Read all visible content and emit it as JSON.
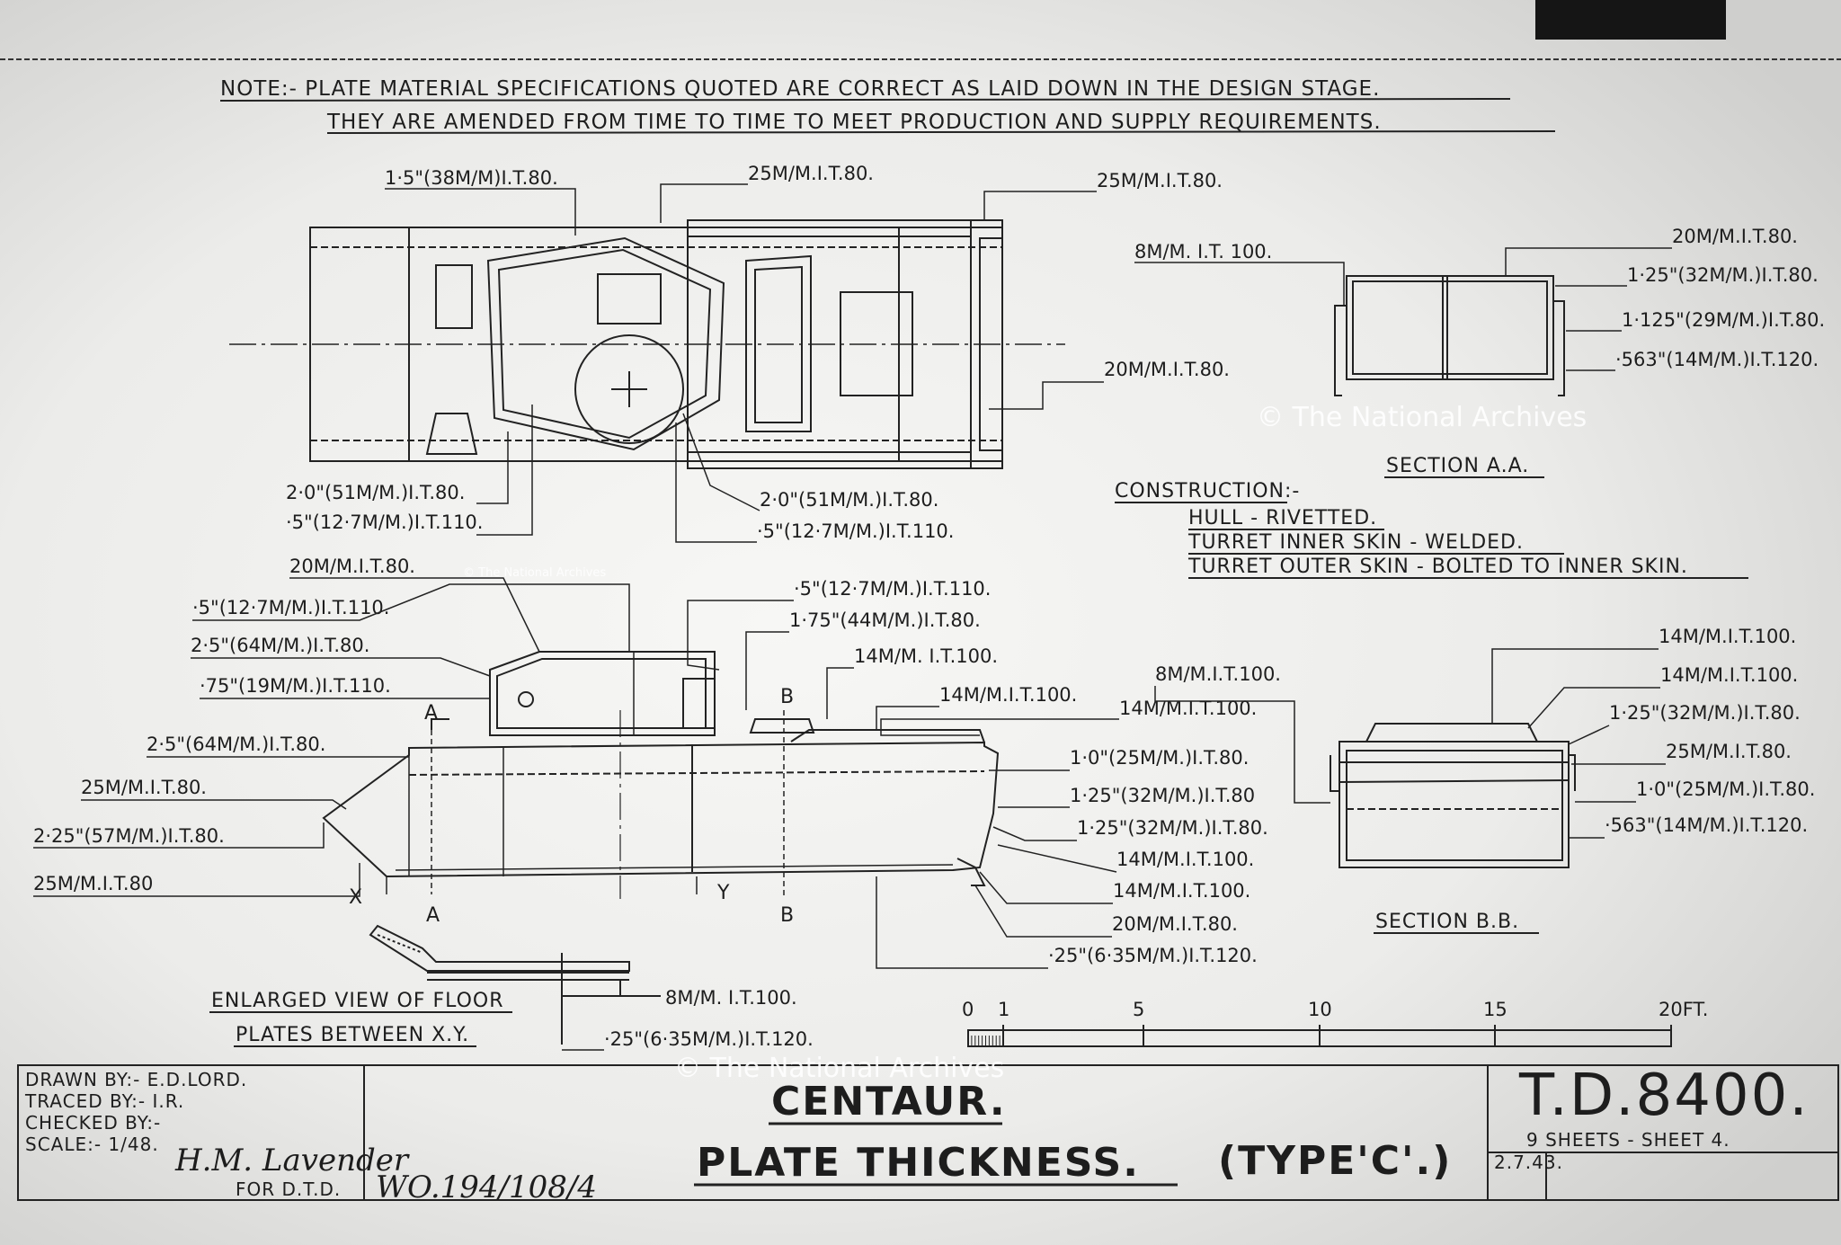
{
  "note": {
    "line1": "NOTE:- PLATE MATERIAL SPECIFICATIONS QUOTED ARE CORRECT AS LAID DOWN IN THE DESIGN STAGE.",
    "line2": "THEY ARE AMENDED FROM TIME TO TIME TO MEET PRODUCTION AND SUPPLY REQUIREMENTS."
  },
  "plan_labels": {
    "top_left": "1·5\"(38M/M)I.T.80.",
    "top_mid": "25M/M.I.T.80.",
    "top_right": "25M/M.I.T.80.",
    "right_mid": "20M/M.I.T.80.",
    "bl_1": "2·0\"(51M/M.)I.T.80.",
    "bl_2": "·5\"(12·7M/M.)I.T.110.",
    "bm_1": "2·0\"(51M/M.)I.T.80.",
    "bm_2": "·5\"(12·7M/M.)I.T.110."
  },
  "section_aa": {
    "title": "SECTION A.A.",
    "left": "8M/M. I.T. 100.",
    "r1": "20M/M.I.T.80.",
    "r2": "1·25\"(32M/M.)I.T.80.",
    "r3": "1·125\"(29M/M.)I.T.80.",
    "r4": "·563\"(14M/M.)I.T.120."
  },
  "construction": {
    "heading": "CONSTRUCTION:-",
    "l1": "HULL - RIVETTED.",
    "l2": "TURRET INNER SKIN - WELDED.",
    "l3": "TURRET OUTER SKIN - BOLTED TO INNER SKIN."
  },
  "side_labels": {
    "l1": "20M/M.I.T.80.",
    "l2": "·5\"(12·7M/M.)I.T.110.",
    "l3": "2·5\"(64M/M.)I.T.80.",
    "l4": "·75\"(19M/M.)I.T.110.",
    "l5": "2·5\"(64M/M.)I.T.80.",
    "l6": "25M/M.I.T.80.",
    "l7": "2·25\"(57M/M.)I.T.80.",
    "l8": "25M/M.I.T.80",
    "t1": "·5\"(12·7M/M.)I.T.110.",
    "t2": "1·75\"(44M/M.)I.T.80.",
    "t3": "14M/M. I.T.100.",
    "t4": "14M/M.I.T.100.",
    "r1": "8M/M.I.T.100.",
    "r2": "14M/M.I.T.100.",
    "r3": "1·0\"(25M/M.)I.T.80.",
    "r4": "1·25\"(32M/M.)I.T.80",
    "r5": "1·25\"(32M/M.)I.T.80.",
    "r6": "14M/M.I.T.100.",
    "r7": "14M/M.I.T.100.",
    "r8": "20M/M.I.T.80.",
    "r9": "·25\"(6·35M/M.)I.T.120.",
    "mark_a": "A",
    "mark_b": "B",
    "mark_x": "X",
    "mark_y": "Y"
  },
  "section_bb": {
    "title": "SECTION B.B.",
    "r1": "14M/M.I.T.100.",
    "r2": "14M/M.I.T.100.",
    "r3": "1·25\"(32M/M.)I.T.80.",
    "r4": "25M/M.I.T.80.",
    "r5": "1·0\"(25M/M.)I.T.80.",
    "r6": "·563\"(14M/M.)I.T.120."
  },
  "floor_detail": {
    "caption1": "ENLARGED VIEW OF FLOOR",
    "caption2": "PLATES BETWEEN X.Y.",
    "l1": "8M/M. I.T.100.",
    "l2": "·25\"(6·35M/M.)I.T.120."
  },
  "scale_bar": {
    "ticks": [
      "0",
      "1",
      "5",
      "10",
      "15",
      "20FT."
    ]
  },
  "title_block": {
    "drawn": "DRAWN BY:- E.D.LORD.",
    "traced": "TRACED BY:- I.R.",
    "checked": "CHECKED BY:-",
    "scale": "SCALE:- 1/48.",
    "for_dtd": "FOR D.T.D.",
    "signature": "H.M. Lavender",
    "ref": "WO.194/108/4",
    "title1": "CENTAUR.",
    "title2": "PLATE THICKNESS.",
    "type": "(TYPE'C'.)",
    "number": "T.D.8400.",
    "sheets": "9 SHEETS - SHEET 4.",
    "date": "2.7.43."
  },
  "watermark": "© The National Archives"
}
